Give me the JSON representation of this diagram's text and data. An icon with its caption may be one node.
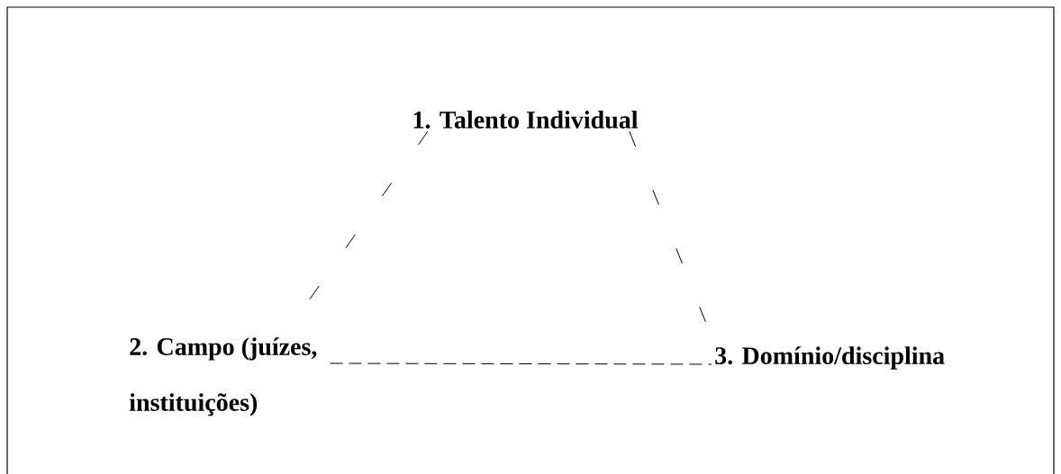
{
  "diagram": {
    "nodes": [
      {
        "text": [
          "1. Talento Individual"
        ]
      },
      {
        "text": [
          "2. Campo (juízes, instituições)"
        ]
      },
      {
        "text": [
          "3. Domínio/disciplina"
        ]
      }
    ],
    "edges": [
      {
        "from": 0,
        "to": 1,
        "arrow": "none",
        "style": "dashed"
      },
      {
        "from": 0,
        "to": 2,
        "arrow": "none",
        "style": "dashed"
      },
      {
        "from": 1,
        "to": 2,
        "arrow": "none",
        "style": "dashed"
      }
    ]
  }
}
